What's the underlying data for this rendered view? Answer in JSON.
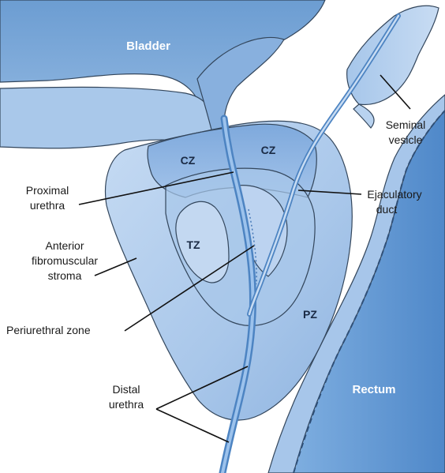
{
  "colors": {
    "bladder": "#7aa8d8",
    "bladder_dark": "#5e90c8",
    "prostate_outer": "#b9d1ee",
    "prostate_mid": "#a3c2e7",
    "central_zone": "#8fb5e2",
    "transition_zone": "#c3d8f1",
    "rectum": "#5f96d4",
    "rectum_wall": "#9cbfe8",
    "urethra": "#6ea4dc",
    "outline": "#33465c"
  },
  "organs": {
    "bladder": "Bladder",
    "rectum": "Rectum"
  },
  "zones": {
    "cz_left": "CZ",
    "cz_right": "CZ",
    "tz": "TZ",
    "pz": "PZ"
  },
  "labels": {
    "seminal_line1": "Seminal",
    "seminal_line2": "vesicle",
    "proximal_line1": "Proximal",
    "proximal_line2": "urethra",
    "ejaculatory_line1": "Ejaculatory",
    "ejaculatory_line2": "duct",
    "anterior_line1": "Anterior",
    "anterior_line2": "fibromuscular",
    "anterior_line3": "stroma",
    "periurethral": "Periurethral zone",
    "distal_line1": "Distal",
    "distal_line2": "urethra"
  }
}
